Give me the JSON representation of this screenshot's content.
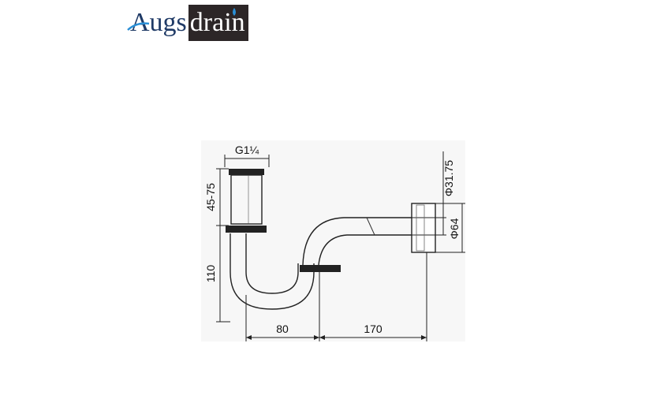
{
  "brand": {
    "logo_part_a": "Augs",
    "logo_part_b": "drain",
    "colors": {
      "navy": "#1f3a66",
      "dark": "#2c2627",
      "accent_blue": "#2a8fd6"
    }
  },
  "drawing": {
    "dimensions": {
      "thread": "G1¼",
      "adjust_range": "45-75",
      "height": "110",
      "width_left": "80",
      "width_right": "170",
      "pipe_diameter": "Φ31.75",
      "flange_diameter": "Φ64"
    }
  }
}
